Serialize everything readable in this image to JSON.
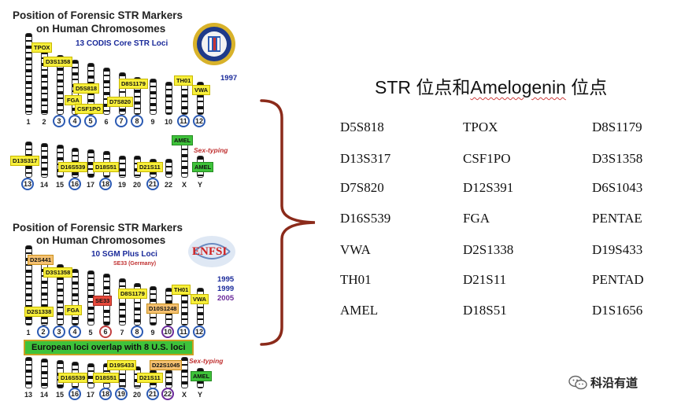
{
  "top_panel": {
    "title_line1": "Position of Forensic STR Markers",
    "title_line2": "on Human Chromosomes",
    "subtitle": "13 CODIS Core STR Loci",
    "year": "1997",
    "sex_typing": "Sex-typing",
    "row1_numbers": [
      "1",
      "2",
      "3",
      "4",
      "5",
      "6",
      "7",
      "8",
      "9",
      "10",
      "11",
      "12"
    ],
    "row2_numbers": [
      "13",
      "14",
      "15",
      "16",
      "17",
      "18",
      "19",
      "20",
      "21",
      "22",
      "X",
      "Y"
    ],
    "row1_labels": [
      "TPOX",
      "D3S1358",
      "D5S818",
      "FGA",
      "CSF1PO",
      "D7S820",
      "D8S1179",
      "TH01",
      "VWA"
    ],
    "row2_labels": [
      "D13S317",
      "D16S539",
      "D18S51",
      "D21S11",
      "AMEL",
      "AMEL"
    ]
  },
  "bottom_panel": {
    "title_line1": "Position of Forensic STR Markers",
    "title_line2": "on Human Chromosomes",
    "subtitle": "10 SGM Plus Loci",
    "subtitle2": "SE33 (Germany)",
    "years": [
      "1995",
      "1999",
      "2005"
    ],
    "logo_text": "ENFSI",
    "overlap_banner": "European loci overlap with 8 U.S. loci",
    "sex_typing": "Sex-typing",
    "row1_numbers": [
      "1",
      "2",
      "3",
      "4",
      "5",
      "6",
      "7",
      "8",
      "9",
      "10",
      "11",
      "12"
    ],
    "row2_numbers": [
      "13",
      "14",
      "15",
      "16",
      "17",
      "18",
      "19",
      "20",
      "21",
      "22",
      "X",
      "Y"
    ],
    "row1_labels": [
      "D2S441",
      "D3S1358",
      "D2S1338",
      "FGA",
      "SE33",
      "D8S1179",
      "D10S1248",
      "TH01",
      "VWA"
    ],
    "row2_labels": [
      "D19S433",
      "D22S1045",
      "D16S539",
      "D18S51",
      "D21S11",
      "AMEL"
    ]
  },
  "right": {
    "heading_prefix": "STR 位点和",
    "heading_underlined": "Amelogenin",
    "heading_suffix": " 位点",
    "loci": [
      [
        "D5S818",
        "TPOX",
        "D8S1179"
      ],
      [
        "D13S317",
        "CSF1PO",
        "D3S1358"
      ],
      [
        "D7S820",
        "D12S391",
        "D6S1043"
      ],
      [
        "D16S539",
        "FGA",
        "PENTAE"
      ],
      [
        "VWA",
        "D2S1338",
        "D19S433"
      ],
      [
        "TH01",
        "D21S11",
        "PENTAD"
      ],
      [
        "AMEL",
        "D18S51",
        "D1S1656"
      ]
    ]
  },
  "watermark": "科沿有道",
  "colors": {
    "brace": "#8b2a1a",
    "circle_blue": "#2b5ab3",
    "label_yellow": "#f7ef3a",
    "label_green": "#3ec23a"
  }
}
